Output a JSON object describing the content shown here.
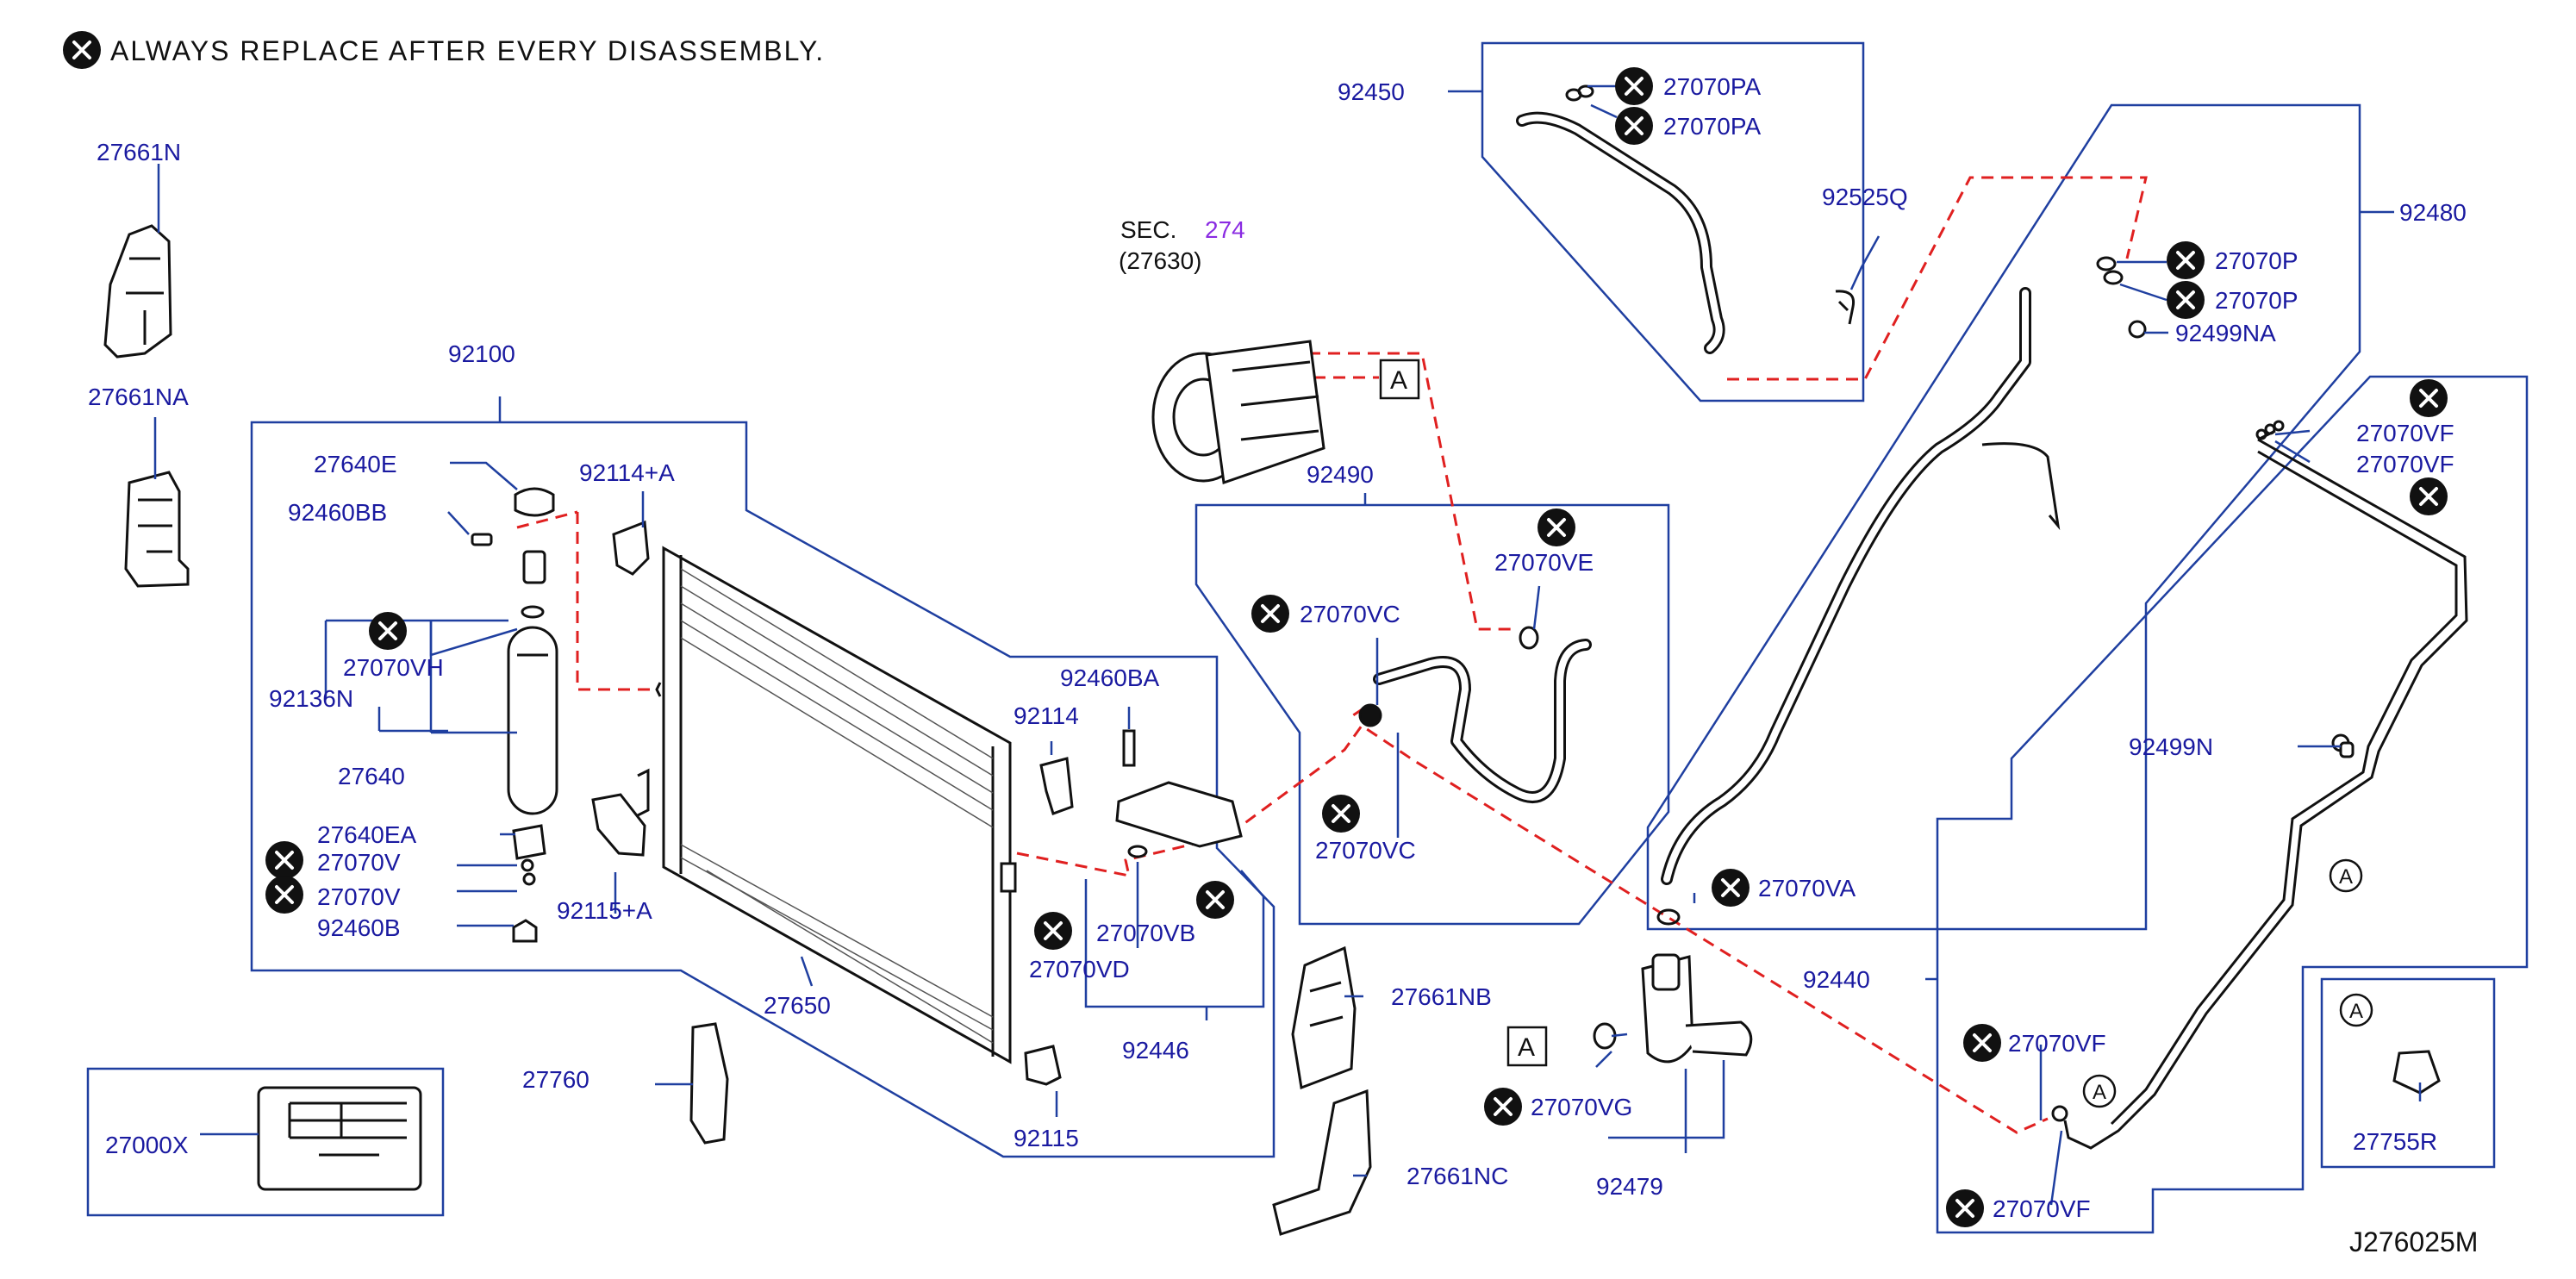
{
  "header": {
    "note": "ALWAYS REPLACE AFTER EVERY DISASSEMBLY."
  },
  "section_ref": {
    "prefix": "SEC.",
    "number": "274",
    "sub": "(27630)"
  },
  "diagram_code": "J276025M",
  "marker_letter": "A",
  "labels": {
    "l27661N": "27661N",
    "l27661NA": "27661NA",
    "l92100": "92100",
    "l27640E": "27640E",
    "l92460BB": "92460BB",
    "l92114A": "92114+A",
    "l27070VH": "27070VH",
    "l92136N": "92136N",
    "l27640": "27640",
    "l27640EA": "27640EA",
    "l27070V_1": "27070V",
    "l27070V_2": "27070V",
    "l92460B": "92460B",
    "l92115A": "92115+A",
    "l27650": "27650",
    "l92460BA": "92460BA",
    "l92114": "92114",
    "l27070VB": "27070VB",
    "l27070VD": "27070VD",
    "l92446": "92446",
    "l92115": "92115",
    "l27760": "27760",
    "l27000X": "27000X",
    "l92490": "92490",
    "l27070VC_1": "27070VC",
    "l27070VE": "27070VE",
    "l27070VC_2": "27070VC",
    "l92450": "92450",
    "l27070PA_1": "27070PA",
    "l27070PA_2": "27070PA",
    "l92525Q": "92525Q",
    "l92480": "92480",
    "l27070P_1": "27070P",
    "l27070P_2": "27070P",
    "l92499NA": "92499NA",
    "l27070VA": "27070VA",
    "l27661NB": "27661NB",
    "l27661NC": "27661NC",
    "l27070VG": "27070VG",
    "l92479": "92479",
    "l92440": "92440",
    "l27070VF_1": "27070VF",
    "l27070VF_2": "27070VF",
    "l92499N": "92499N",
    "l27070VF_3": "27070VF",
    "l27070VF_4": "27070VF",
    "l27755R": "27755R"
  }
}
